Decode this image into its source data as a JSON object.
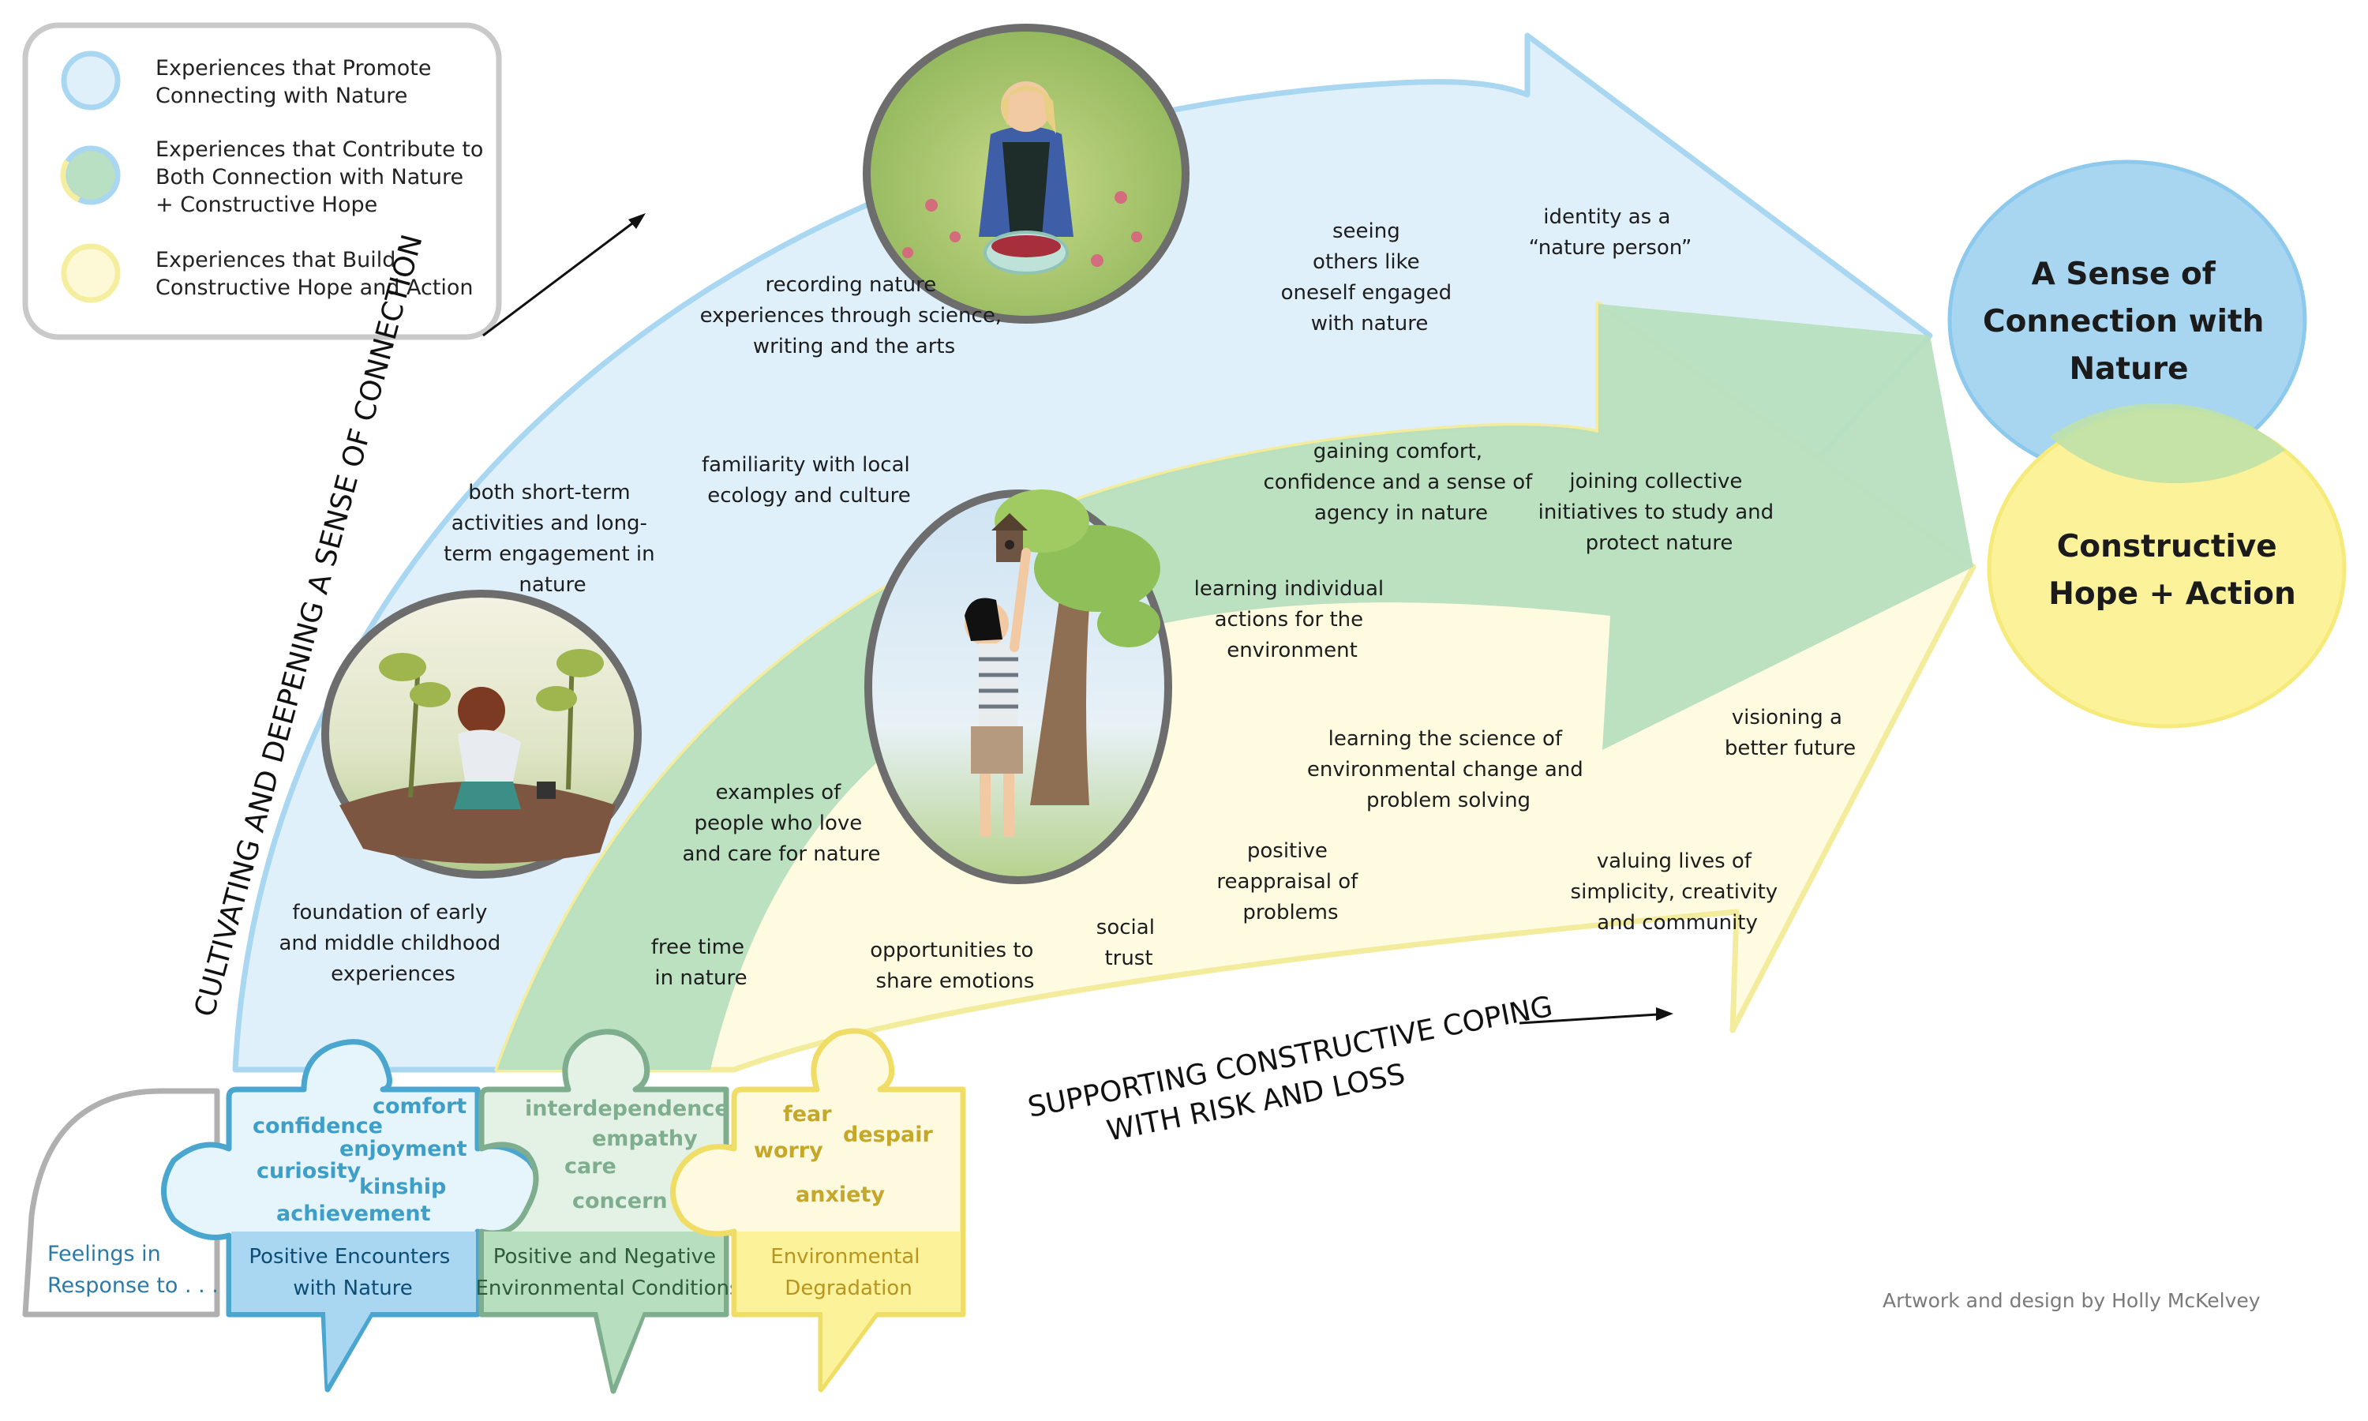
{
  "legend": {
    "items": [
      {
        "lines": [
          "Experiences that Promote",
          "Connecting with Nature"
        ],
        "color": "#dff0fb",
        "stroke": "#a9d7f1"
      },
      {
        "lines": [
          "Experiences that Contribute to",
          "Both Connection with Nature",
          "+ Constructive Hope"
        ],
        "color": "#b9e0c2",
        "stroke": "#a9d7f1"
      },
      {
        "lines": [
          "Experiences that Build",
          "Constructive Hope and Action"
        ],
        "color": "#fdf8d6",
        "stroke": "#f5ee9e"
      }
    ]
  },
  "outcomes": {
    "connection": [
      "A Sense of",
      "Connection with",
      "Nature"
    ],
    "hope": [
      "Constructive",
      "Hope + Action"
    ]
  },
  "axes": {
    "top": "CULTIVATING AND DEEPENING A SENSE OF CONNECTION",
    "bottom_line1": "SUPPORTING CONSTRUCTIVE COPING",
    "bottom_line2": "WITH RISK AND LOSS"
  },
  "labels": {
    "foundation": [
      "foundation of early",
      "and middle childhood",
      "experiences"
    ],
    "short_long": [
      "both short-term",
      "activities and long-",
      "term engagement in",
      "nature"
    ],
    "familiarity": [
      "familiarity with local",
      "ecology and culture"
    ],
    "recording": [
      "recording nature",
      "experiences through science,",
      "writing and the arts"
    ],
    "seeing_others": [
      "seeing",
      "others like",
      "oneself engaged",
      "with nature"
    ],
    "identity": [
      "identity as a",
      "“nature person”"
    ],
    "gaining_comfort": [
      "gaining comfort,",
      "confidence and a sense of",
      "agency in nature"
    ],
    "joining": [
      "joining collective",
      "initiatives to study and",
      "protect nature"
    ],
    "learning_actions": [
      "learning individual",
      "actions for the",
      "environment"
    ],
    "examples": [
      "examples of",
      "people who love",
      "and care for nature"
    ],
    "free_time": [
      "free time",
      "in nature"
    ],
    "learning_science": [
      "learning the science of",
      "environmental change and",
      "problem solving"
    ],
    "visioning": [
      "visioning a",
      "better future"
    ],
    "positive_reappraisal": [
      "positive",
      "reappraisal of",
      "problems"
    ],
    "share_emotions": [
      "opportunities to",
      "share emotions"
    ],
    "social_trust": [
      "social",
      "trust"
    ],
    "valuing_lives": [
      "valuing lives of",
      "simplicity, creativity",
      "and community"
    ]
  },
  "puzzle": {
    "feelings_in_response": [
      "Feelings in",
      "Response to . . ."
    ],
    "positive_encounters": {
      "words": [
        "comfort",
        "confidence",
        "enjoyment",
        "curiosity",
        "kinship",
        "achievement"
      ],
      "tab": [
        "Positive Encounters",
        "with Nature"
      ]
    },
    "conditions": {
      "words": [
        "interdependence",
        "empathy",
        "care",
        "concern"
      ],
      "tab": [
        "Positive and Negative",
        "Environmental Conditions"
      ]
    },
    "degradation": {
      "words": [
        "fear",
        "despair",
        "worry",
        "anxiety"
      ],
      "tab": [
        "Environmental",
        "Degradation"
      ]
    }
  },
  "credit": "Artwork and design by Holly McKelvey",
  "colors": {
    "light_blue": "#dff0fb",
    "blue_stroke": "#a9d7f1",
    "green": "#b7dfbf",
    "yellow": "#fffbe0",
    "yellow_stroke": "#f3ec9c",
    "blue_circle": "#a8d6f1",
    "yellow_circle": "#fbf29a",
    "feel_blue": "#3d9ec7",
    "feel_green": "#7fae8f",
    "feel_yellow": "#c5a72a"
  }
}
